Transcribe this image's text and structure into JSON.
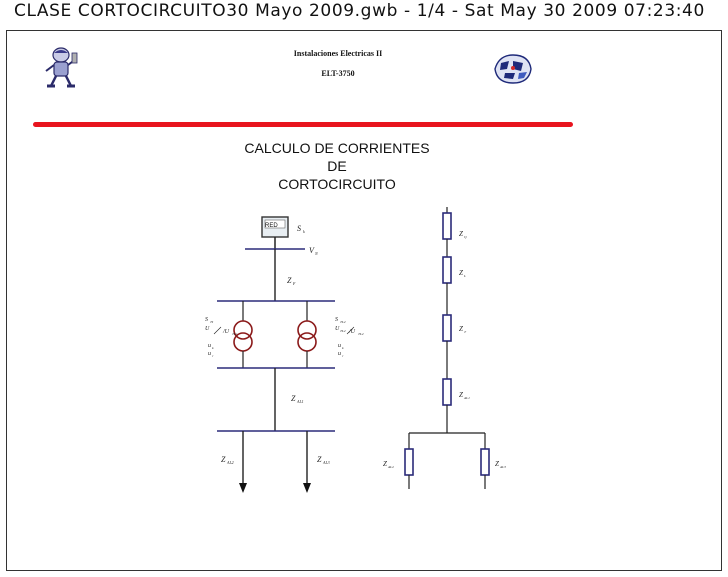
{
  "window": {
    "title": "CLASE CORTOCIRCUITO30 Mayo 2009.gwb - 1/4 - Sat May 30 2009 07:23:40"
  },
  "header": {
    "course_title": "Instalaciones Electricas II",
    "course_code": "ELT-3750",
    "logo_left_icon": "mascot-icon",
    "logo_right_icon": "university-crest-icon"
  },
  "heading": {
    "line1": "CALCULO DE CORRIENTES",
    "line2": "DE",
    "line3": "CORTOCIRCUITO"
  },
  "colors": {
    "accent_rule": "#e8141e",
    "transformer": "#8b1a1a",
    "bus": "#2b2b7a",
    "impedance": "#2b2b7a"
  },
  "single_line": {
    "network_box": "RED",
    "network_label": "S",
    "network_sub": "k",
    "voltage_label": "V",
    "voltage_sub": "N",
    "z_line": "Z",
    "z_line_sub": "F",
    "t1_labels": [
      "S",
      "U",
      "u",
      "u"
    ],
    "t1_subs": [
      "TI",
      "",
      "k",
      "r"
    ],
    "t1_ratio": "/U",
    "t1_ratio_sub": "TL1",
    "t2_labels": [
      "S",
      "U",
      "u",
      "u"
    ],
    "t2_subs": [
      "TL2",
      "TL2",
      "k",
      "r"
    ],
    "t2_ratio": "/U",
    "t2_ratio_sub": "TL2",
    "z_feeder": "Z",
    "z_feeder_sub": "AL1",
    "z_out1": "Z",
    "z_out1_sub": "AL2",
    "z_out2": "Z",
    "z_out2_sub": "AL3"
  },
  "impedance_chain": {
    "z1": "Z",
    "z1_sub": "Q",
    "z2": "Z",
    "z2_sub": "L",
    "z3": "Z",
    "z3_sub": "T",
    "z4": "Z",
    "z4_sub": "AL1",
    "z5": "Z",
    "z5_sub": "AL2",
    "z6": "Z",
    "z6_sub": "AL3"
  }
}
